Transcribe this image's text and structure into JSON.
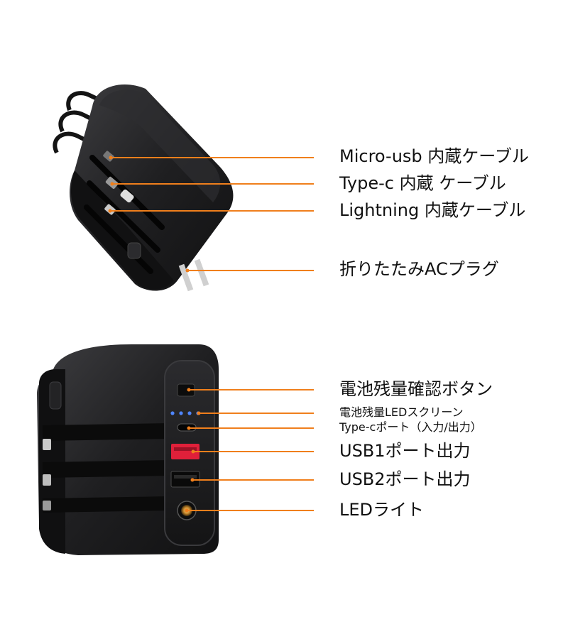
{
  "colors": {
    "leader": "#f07f1c",
    "body": "#1c1c1e",
    "body_light": "#3a3a3d",
    "cable": "#151515",
    "led": "#4f86ff",
    "usb_red": "#e0203a",
    "light_ring": "#c98a2b",
    "text": "#111111"
  },
  "top_labels": [
    "Micro-usb 内蔵ケーブル",
    "Type-c 内蔵 ケーブル",
    "Lightning 内蔵ケーブル",
    "折りたたみACプラグ"
  ],
  "bottom_labels": [
    "電池残量確認ボタン",
    "電池残量LEDスクリーン",
    "Type-cポート（入力/出力）",
    "USB1ポート出力",
    "USB2ポート出力",
    "LEDライト"
  ],
  "icons": {
    "top_device": "power-bank-ac-plug-icon",
    "bottom_device": "power-bank-front-ports-icon"
  }
}
